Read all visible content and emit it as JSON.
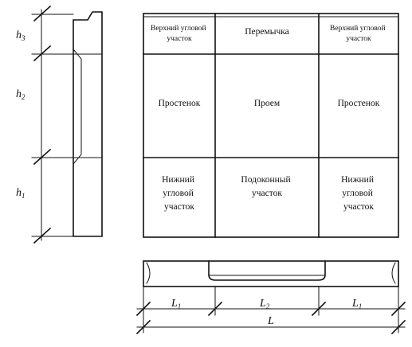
{
  "colors": {
    "line": "#111111",
    "background": "#ffffff"
  },
  "vertical_dimensions": [
    {
      "main": "h",
      "sub": "3"
    },
    {
      "main": "h",
      "sub": "2"
    },
    {
      "main": "h",
      "sub": "1"
    }
  ],
  "horizontal_dimensions": {
    "segments": [
      {
        "main": "L",
        "sub": "1"
      },
      {
        "main": "L",
        "sub": "2"
      },
      {
        "main": "L",
        "sub": "1"
      }
    ],
    "total": {
      "main": "L"
    }
  },
  "panel": {
    "rows": [
      {
        "cells": [
          {
            "lines": [
              "Верхний угловой",
              "участок"
            ],
            "size": "small"
          },
          {
            "lines": [
              "Перемычка"
            ],
            "size": "norm"
          },
          {
            "lines": [
              "Верхний угловой",
              "участок"
            ],
            "size": "small"
          }
        ]
      },
      {
        "cells": [
          {
            "lines": [
              "Простенок"
            ],
            "size": "norm"
          },
          {
            "lines": [
              "Проем"
            ],
            "size": "norm"
          },
          {
            "lines": [
              "Простенок"
            ],
            "size": "norm"
          }
        ]
      },
      {
        "cells": [
          {
            "lines": [
              "Нижний",
              "угловой",
              "участок"
            ],
            "size": "norm"
          },
          {
            "lines": [
              "Подоконный",
              "участок"
            ],
            "size": "norm"
          },
          {
            "lines": [
              "Нижний",
              "угловой",
              "участок"
            ],
            "size": "norm"
          }
        ]
      }
    ]
  }
}
